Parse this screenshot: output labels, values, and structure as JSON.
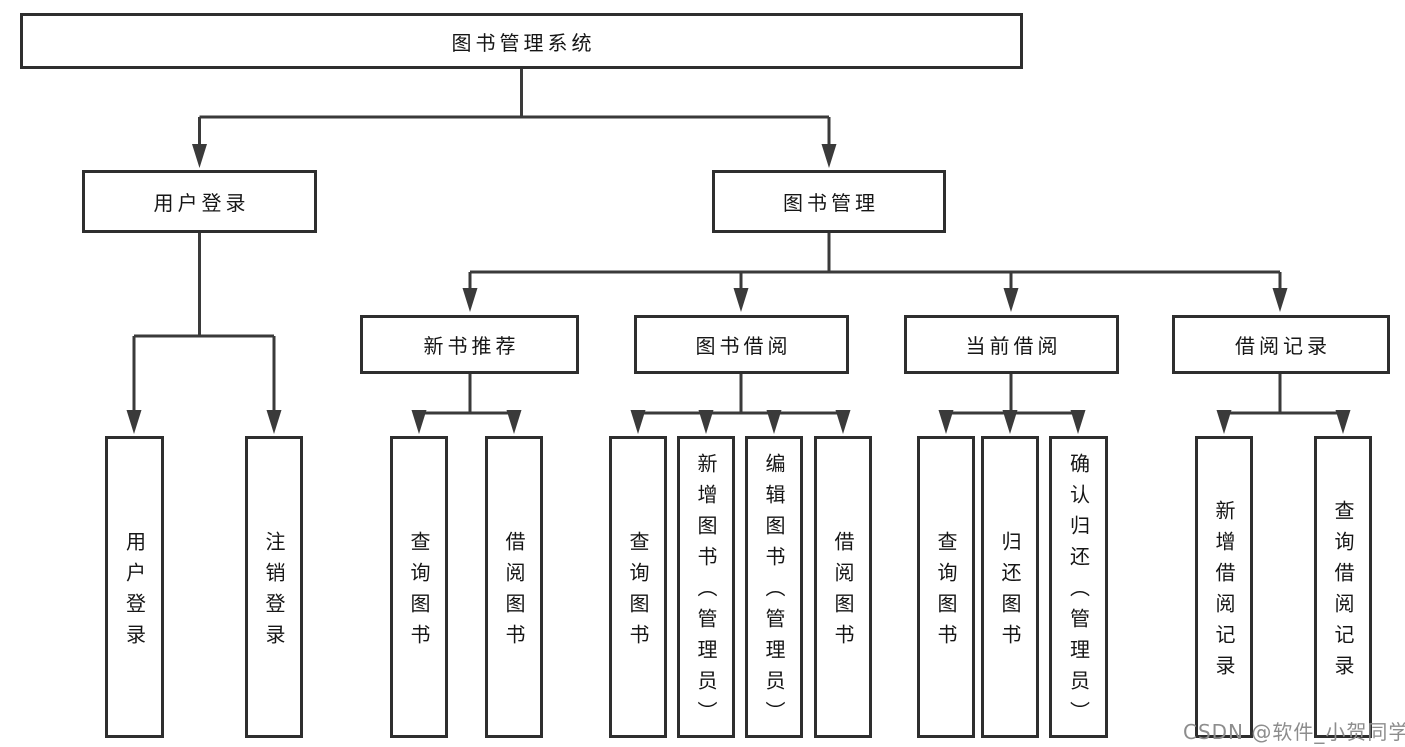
{
  "title": "图书管理系统",
  "watermark": "CSDN @软件_小贺同学",
  "colors": {
    "background": "#ffffff",
    "line": "#3a3a3a",
    "box_border": "#2e2e2e",
    "text": "#161616",
    "watermark_text": "#8d8d8d"
  },
  "nodes": {
    "root": {
      "label": "图书管理系统"
    },
    "user_login": {
      "label": "用户登录"
    },
    "book_mgmt": {
      "label": "图书管理"
    },
    "new_book_rec": {
      "label": "新书推荐"
    },
    "book_borrow": {
      "label": "图书借阅"
    },
    "current_borrow": {
      "label": "当前借阅"
    },
    "borrow_records": {
      "label": "借阅记录"
    },
    "leaf_user_login": {
      "label": "用户登录"
    },
    "leaf_logout": {
      "label": "注销登录"
    },
    "rec_query_book": {
      "label": "查询图书"
    },
    "rec_borrow_book": {
      "label": "借阅图书"
    },
    "bor_query_book": {
      "label": "查询图书"
    },
    "bor_add_book_admin": {
      "label": "新增图书（管理员）"
    },
    "bor_edit_book_admin": {
      "label": "编辑图书（管理员）"
    },
    "bor_borrow_book": {
      "label": "借阅图书"
    },
    "cur_query_book": {
      "label": "查询图书"
    },
    "cur_return_book": {
      "label": "归还图书"
    },
    "cur_confirm_return_admin": {
      "label": "确认归还（管理员）"
    },
    "recs_add_record": {
      "label": "新增借阅记录"
    },
    "recs_query_record": {
      "label": "查询借阅记录"
    }
  },
  "hierarchy": {
    "root": [
      "user_login",
      "book_mgmt"
    ],
    "user_login": [
      "leaf_user_login",
      "leaf_logout"
    ],
    "book_mgmt": [
      "new_book_rec",
      "book_borrow",
      "current_borrow",
      "borrow_records"
    ],
    "new_book_rec": [
      "rec_query_book",
      "rec_borrow_book"
    ],
    "book_borrow": [
      "bor_query_book",
      "bor_add_book_admin",
      "bor_edit_book_admin",
      "bor_borrow_book"
    ],
    "current_borrow": [
      "cur_query_book",
      "cur_return_book",
      "cur_confirm_return_admin"
    ],
    "borrow_records": [
      "recs_add_record",
      "recs_query_record"
    ]
  }
}
